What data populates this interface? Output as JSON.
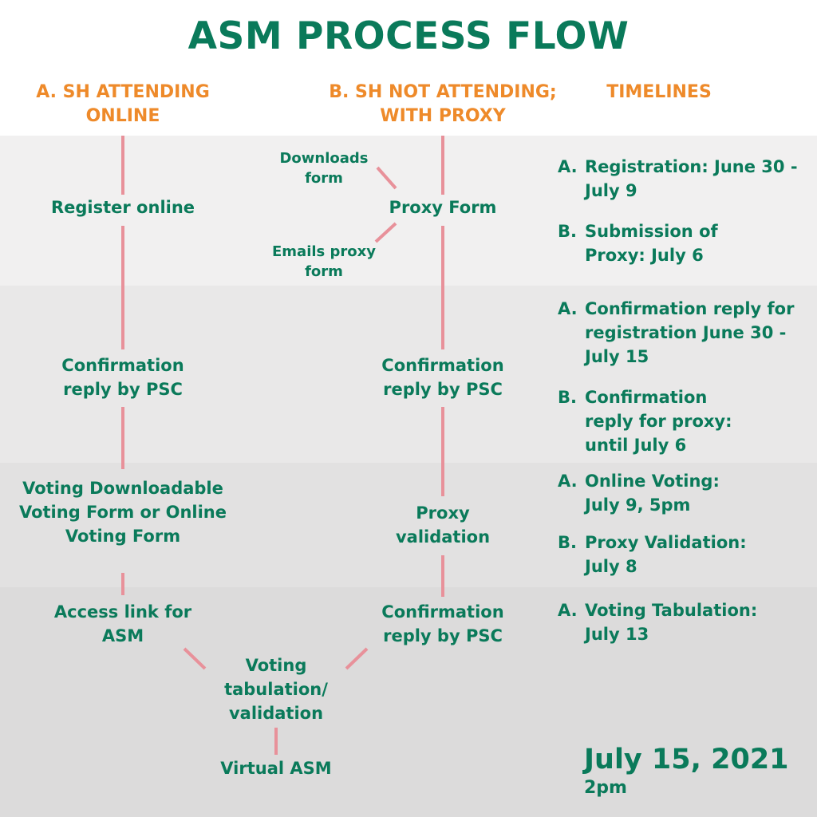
{
  "title": "ASM PROCESS FLOW",
  "columns": {
    "a": "A. SH ATTENDING ONLINE",
    "b": "B. SH NOT ATTENDING; WITH PROXY",
    "timelines": "TIMELINES"
  },
  "flow_a": {
    "register": "Register online",
    "confirm": "Confirmation reply by PSC",
    "voting": "Voting Downloadable Voting Form or Online Voting Form",
    "access": "Access link for ASM"
  },
  "flow_b": {
    "downloads": "Downloads form",
    "proxy_form": "Proxy Form",
    "emails": "Emails proxy form",
    "confirm1": "Confirmation reply by PSC",
    "validation": "Proxy validation",
    "confirm2": "Confirmation reply by PSC"
  },
  "flow_common": {
    "tabulation": "Voting tabulation/ validation",
    "virtual": "Virtual ASM"
  },
  "timelines": [
    {
      "letter": "A.",
      "text": "Registration: June 30 - July 9"
    },
    {
      "letter": "B.",
      "text": "Submission of Proxy: July 6"
    },
    {
      "letter": "A.",
      "text": "Confirmation reply for registration June 30 - July 15"
    },
    {
      "letter": "B.",
      "text": "Confirmation reply for proxy: until July 6"
    },
    {
      "letter": "A.",
      "text": "Online Voting: July 9, 5pm"
    },
    {
      "letter": "B.",
      "text": "Proxy Validation: July 8"
    },
    {
      "letter": "A.",
      "text": "Voting Tabulation: July 13"
    }
  ],
  "event": {
    "date": "July 15, 2021",
    "time": "2pm"
  },
  "colors": {
    "green": "#0a7a5a",
    "orange": "#ee8a2a",
    "line": "#e8919a"
  }
}
